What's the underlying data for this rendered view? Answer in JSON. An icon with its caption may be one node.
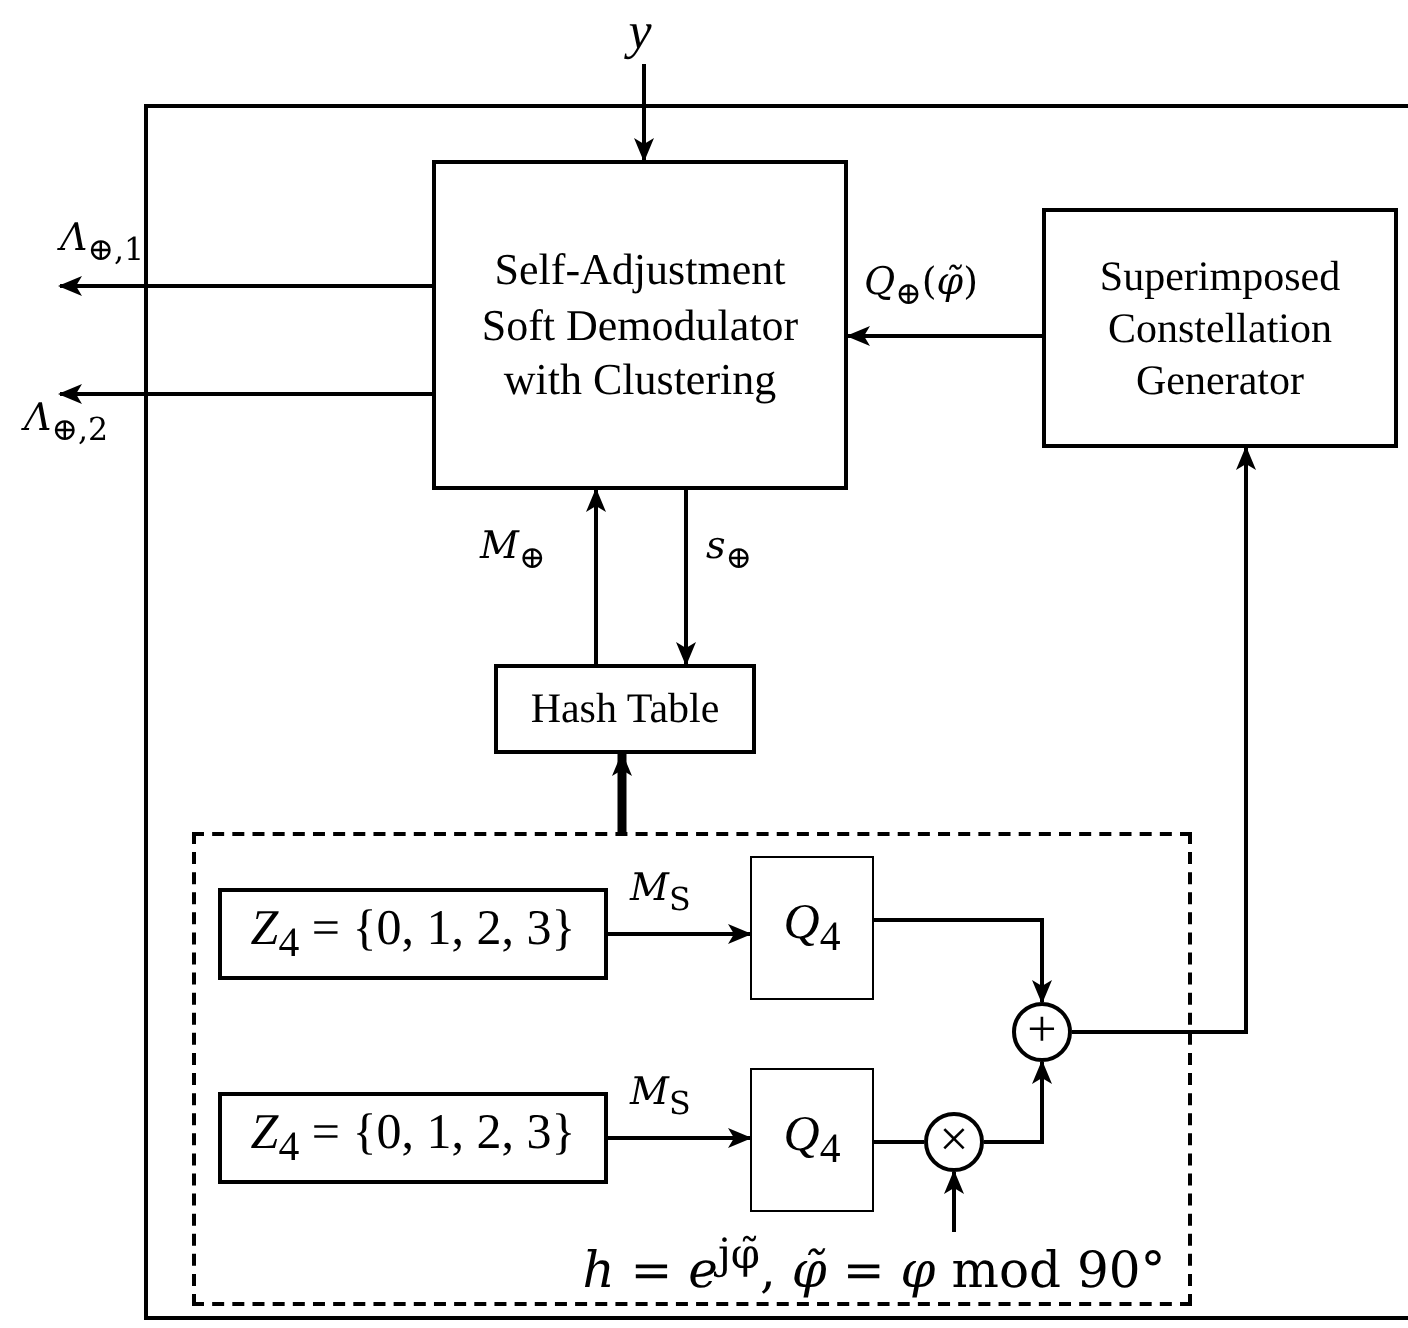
{
  "diagram": {
    "nodes": [
      {
        "text": [],
        "shape": "box"
      },
      {
        "text": [
          "y"
        ]
      },
      {
        "text": [
          "Self-Adjustment Soft Demodulator with Clustering"
        ],
        "in": 0
      },
      {
        "text": [
          "Superimposed Constellation Generator"
        ],
        "in": 0
      },
      {
        "text": [
          "Hash Table"
        ],
        "in": 0
      },
      {
        "text": [],
        "shape": "box",
        "in": 0
      },
      {
        "text": [
          "*Z*$_{4}$ = {0, 1, 2, 3}"
        ],
        "in": 5
      },
      {
        "text": [
          "*Q*$_{4}$"
        ],
        "in": 5
      },
      {
        "text": [
          "*Z*$_{4}$ = {0, 1, 2, 3}"
        ],
        "in": 5
      },
      {
        "text": [
          "*Q*$_{4}$"
        ],
        "in": 5
      },
      {
        "text": [
          "+"
        ],
        "in": 5
      },
      {
        "text": [
          "×"
        ],
        "in": 5
      },
      {
        "text": [
          "*h* = *e*$^{jφ̃}$, *φ̃* = *φ* mod 90°"
        ],
        "in": 5
      }
    ],
    "edges": [
      {
        "from": 1,
        "to": 2,
        "arrow": "to"
      },
      {
        "from": 2,
        "to": null,
        "arrow": "to",
        "label": "*Λ*$_{⊕,1}$"
      },
      {
        "from": 2,
        "to": null,
        "arrow": "to",
        "label": "*Λ*$_{⊕,2}$"
      },
      {
        "from": 3,
        "to": 2,
        "arrow": "to",
        "label": "*Q*$_{⊕}$(*φ̃*)"
      },
      {
        "from": 4,
        "to": 2,
        "arrow": "to",
        "label": "*M*$_{⊕}$"
      },
      {
        "from": 2,
        "to": 4,
        "arrow": "to",
        "label": "*s*$_{⊕}$"
      },
      {
        "from": 5,
        "to": 4,
        "arrow": "to",
        "style": "thick"
      },
      {
        "from": 6,
        "to": 7,
        "arrow": "to",
        "label": "*M*$_{S}$"
      },
      {
        "from": 8,
        "to": 9,
        "arrow": "to",
        "label": "*M*$_{S}$"
      },
      {
        "from": 7,
        "to": 10,
        "arrow": "to"
      },
      {
        "from": 9,
        "to": 11,
        "arrow": "none"
      },
      {
        "from": 11,
        "to": 10,
        "arrow": "to"
      },
      {
        "from": 12,
        "to": 11,
        "arrow": "to"
      },
      {
        "from": 10,
        "to": 3,
        "arrow": "to"
      }
    ]
  }
}
